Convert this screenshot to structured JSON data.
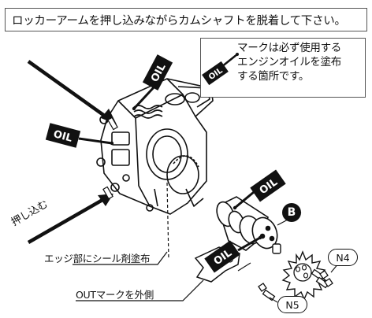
{
  "instruction_banner": "ロッカーアームを押し込みながらカムシャフトを脱着して下さい。",
  "legend": {
    "icon_text": "OIL",
    "lines": [
      "マークは必ず使用する",
      "エンジンオイルを塗布",
      "する箇所です。"
    ]
  },
  "oil_tag_text": "OIL",
  "labels": {
    "push_in": "押し込む",
    "edge_sealant": "エッジ部にシール剤塗布",
    "out_mark": "OUTマークを外側"
  },
  "callouts": {
    "b": "B",
    "n4": "N4",
    "n5": "N5"
  },
  "colors": {
    "ink": "#111111",
    "tag_bg": "#111111",
    "tag_text": "#ffffff",
    "paper": "#ffffff"
  }
}
